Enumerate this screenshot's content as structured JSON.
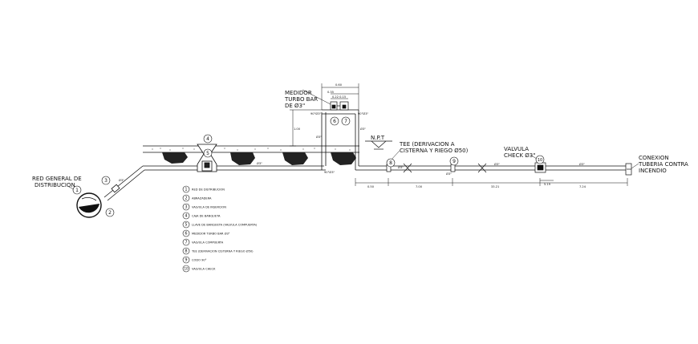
{
  "labels": {
    "red_general": [
      "RED GENERAL DE",
      "DISTRIBUCION"
    ],
    "medidor": [
      "MEDIDOR",
      "TURBO BAR",
      "DE Ø3\""
    ],
    "npt": "N.P.T",
    "tee": [
      "TEE (DERIVACION A",
      "CISTERNA Y RIEGO Ø50)"
    ],
    "valvula": [
      "VALVULA",
      "CHECK Ø3\""
    ],
    "conexion": [
      "CONEXION",
      "TUBERIA CONTRA",
      "INCENDIO"
    ]
  },
  "dimensions": {
    "top_width": "0.60",
    "top_sub_a": "0.35",
    "top_sub_b": "0.22 0.15",
    "vertical": "1.00",
    "run": [
      "0.50",
      "7.00",
      "33.21",
      "5.19",
      "7.24"
    ]
  },
  "pipe_sizes": {
    "incoming": "Ø3\"",
    "main": "Ø3\"",
    "riser": "Ø3\"",
    "vertical": "Ø3\"",
    "elbow_a": "90°Ø3\"",
    "elbow_b": "90°Ø3\"",
    "elbow_c": "90°Ø3\"",
    "run_a": "Ø3\"",
    "run_b": "Ø3\"",
    "run_c": "Ø3\"",
    "run_d": "Ø3\""
  },
  "markers": [
    "1",
    "2",
    "3",
    "4",
    "5",
    "6",
    "7",
    "8",
    "9",
    "10"
  ],
  "legend": [
    {
      "num": "1",
      "text": "RED DE DISTRIBUCION"
    },
    {
      "num": "2",
      "text": "ABRAZADERA"
    },
    {
      "num": "3",
      "text": "VALVULA DE INSERCION"
    },
    {
      "num": "4",
      "text": "CAJA DE BANQUETA"
    },
    {
      "num": "5",
      "text": "LLAVE DE BANQUETA (VALVULA COMPUERTA)"
    },
    {
      "num": "6",
      "text": "MEDIDOR TURBO BAR Ø3\""
    },
    {
      "num": "7",
      "text": "VALVULA COMPUERTA"
    },
    {
      "num": "8",
      "text": "TEE (DERIVACION CISTERNA Y RIEGO Ø50)"
    },
    {
      "num": "9",
      "text": "CODO 90°"
    },
    {
      "num": "10",
      "text": "VALVULA CHECK"
    }
  ]
}
